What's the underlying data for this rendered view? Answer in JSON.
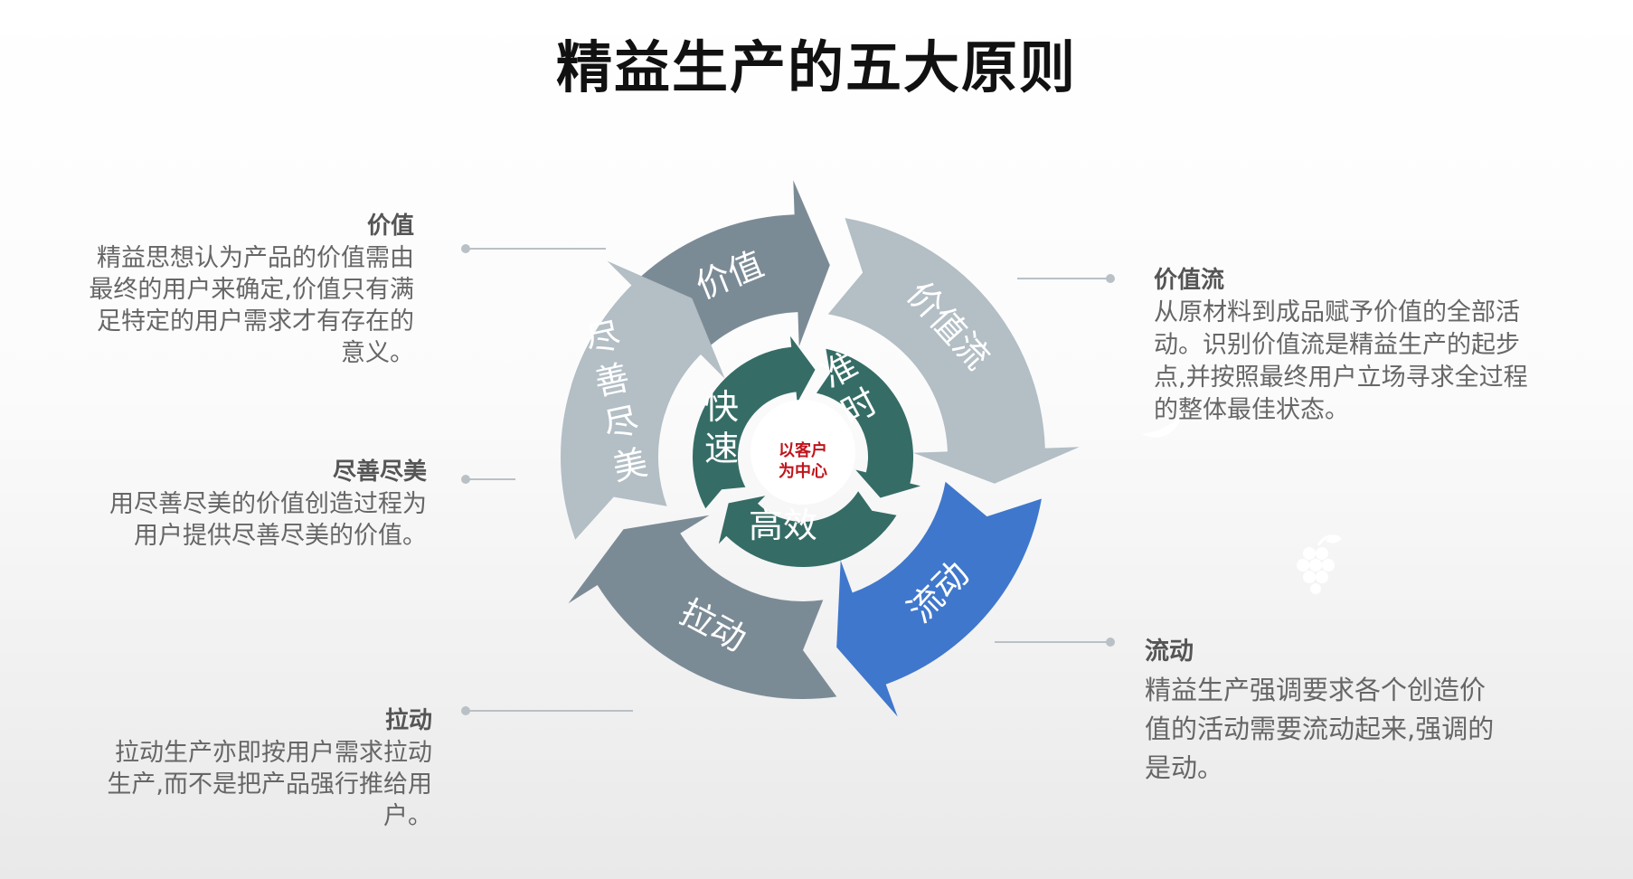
{
  "title": "精益生产的五大原则",
  "center": {
    "line1": "以客户",
    "line2": "为中心"
  },
  "segments": [
    {
      "id": "value",
      "label": "价值",
      "color": "#7b8b96"
    },
    {
      "id": "stream",
      "label": "价值流",
      "color": "#b3bec5"
    },
    {
      "id": "flow",
      "label": "流动",
      "color": "#3f77cc"
    },
    {
      "id": "pull",
      "label": "拉动",
      "color": "#7b8b96"
    },
    {
      "id": "perfection",
      "label": "尽善尽美",
      "color": "#b3bec5"
    }
  ],
  "inner": {
    "color": "#356d66",
    "labels": {
      "punctual": "准时",
      "efficient": "高效",
      "fast": "快速"
    }
  },
  "descriptions": {
    "value": {
      "title": "价值",
      "text": "精益思想认为产品的价值需由最终的用户来确定,价值只有满足特定的用户需求才有存在的意义。"
    },
    "perfection": {
      "title": "尽善尽美",
      "text": "用尽善尽美的价值创造过程为用户提供尽善尽美的价值。"
    },
    "pull": {
      "title": "拉动",
      "text": "拉动生产亦即按用户需求拉动生产,而不是把产品强行推给用户。"
    },
    "stream": {
      "title": "价值流",
      "text": "从原材料到成品赋予价值的全部活动。识别价值流是精益生产的起步点,并按照最终用户立场寻求全过程的整体最佳状态。"
    },
    "flow": {
      "title": "流动",
      "text": "精益生产强调要求各个创造价值的活动需要流动起来,强调的是动。"
    }
  },
  "icons": [
    "crescent-icon",
    "grapes-icon"
  ]
}
